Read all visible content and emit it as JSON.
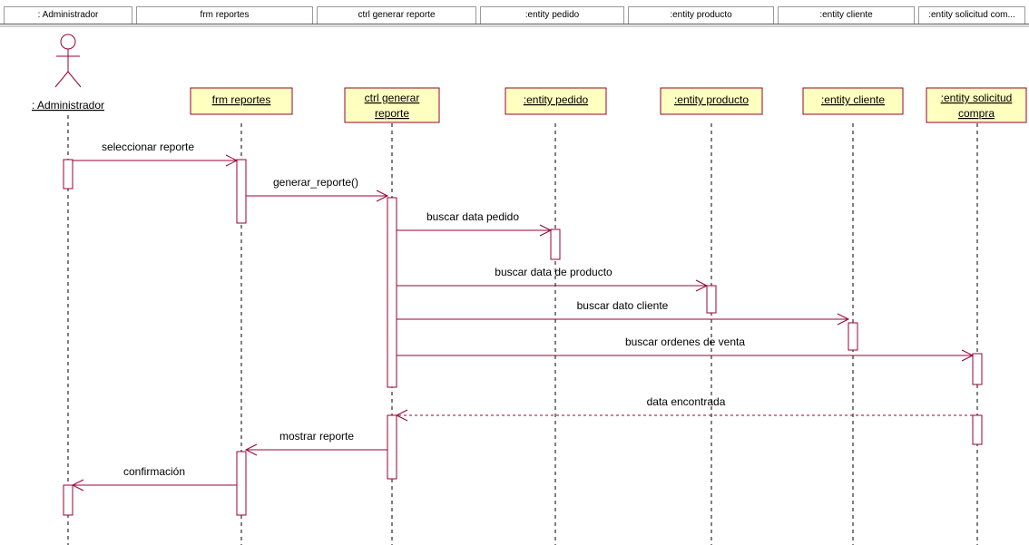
{
  "header_cells": [
    ": Administrador",
    "frm reportes",
    "ctrl generar reporte",
    ":entity pedido",
    ":entity producto",
    ":entity cliente",
    ":entity solicitud com..."
  ],
  "actor": {
    "label": ": Administrador"
  },
  "objects": [
    {
      "line1": "frm reportes",
      "line2": ""
    },
    {
      "line1": "ctrl generar",
      "line2": "reporte"
    },
    {
      "line1": ":entity pedido",
      "line2": ""
    },
    {
      "line1": ":entity producto",
      "line2": ""
    },
    {
      "line1": ":entity cliente",
      "line2": ""
    },
    {
      "line1": ":entity solicitud",
      "line2": "compra"
    }
  ],
  "messages": [
    {
      "label": "seleccionar reporte",
      "from": 0,
      "to": 1,
      "type": "async"
    },
    {
      "label": "generar_reporte()",
      "from": 1,
      "to": 2,
      "type": "async"
    },
    {
      "label": "buscar data pedido",
      "from": 2,
      "to": 3,
      "type": "async"
    },
    {
      "label": "buscar data de producto",
      "from": 2,
      "to": 4,
      "type": "async"
    },
    {
      "label": "buscar dato cliente",
      "from": 2,
      "to": 5,
      "type": "async"
    },
    {
      "label": "buscar ordenes de venta",
      "from": 2,
      "to": 6,
      "type": "async"
    },
    {
      "label": "data encontrada",
      "from": 6,
      "to": 2,
      "type": "return"
    },
    {
      "label": "mostrar reporte",
      "from": 2,
      "to": 1,
      "type": "async"
    },
    {
      "label": "confirmación",
      "from": 1,
      "to": 0,
      "type": "async"
    }
  ],
  "colors": {
    "object_fill": "#ffffc0",
    "object_border": "#990033",
    "message_line": "#990033",
    "lifeline": "#000000"
  }
}
